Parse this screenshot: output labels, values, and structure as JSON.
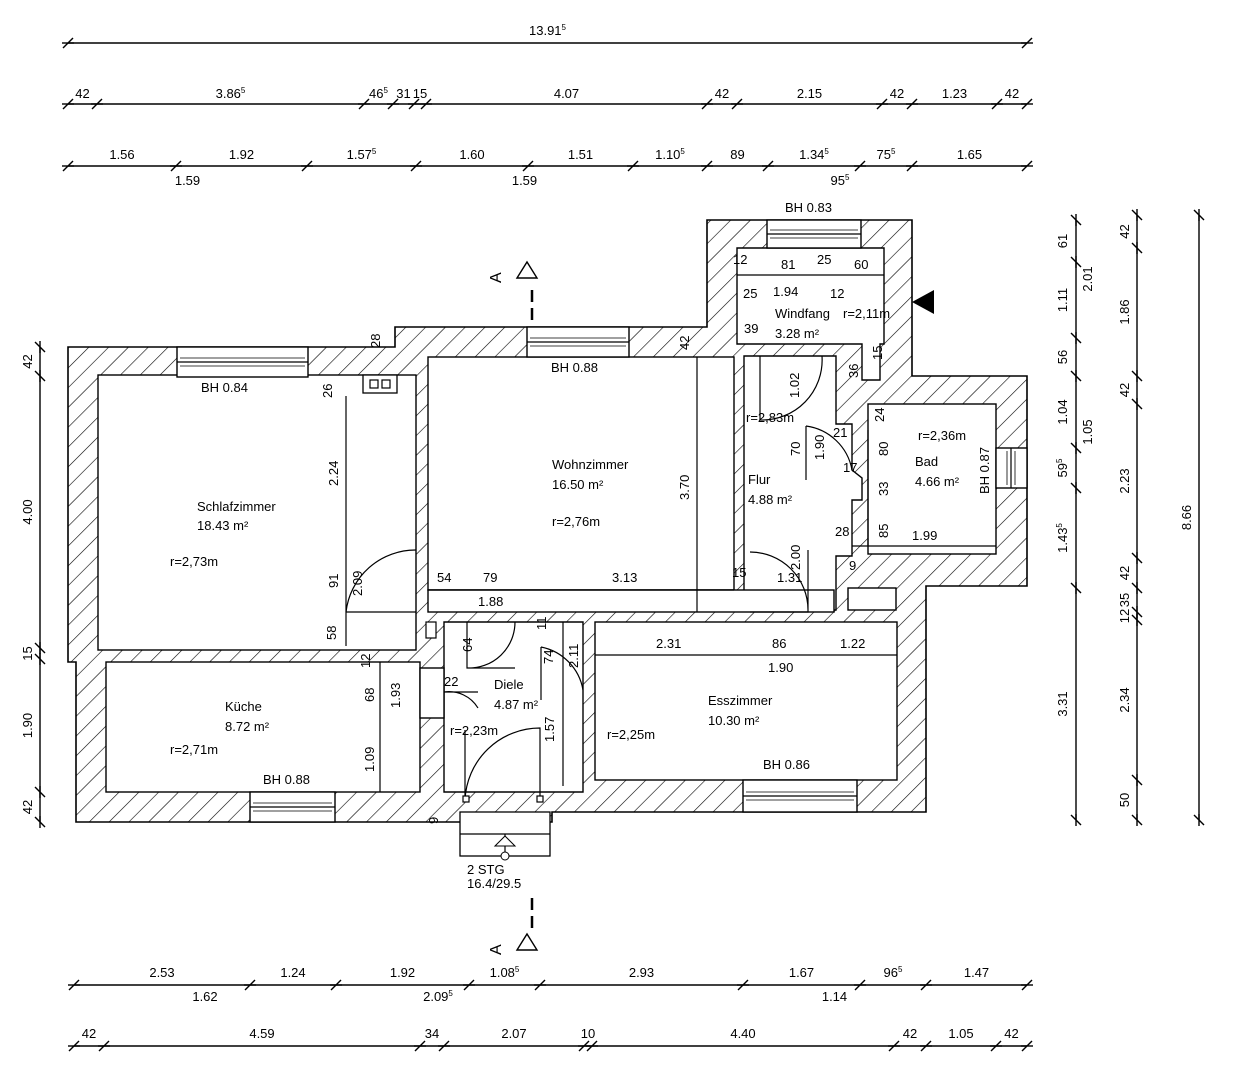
{
  "dims": {
    "top_total": "13.91",
    "top_total_sup": "5",
    "top_row2": [
      {
        "t": "42"
      },
      {
        "t": "3.86",
        "s": "5"
      },
      {
        "t": "46",
        "s": "5"
      },
      {
        "t": "31"
      },
      {
        "t": "15"
      },
      {
        "t": "4.07"
      },
      {
        "t": "42"
      },
      {
        "t": "2.15"
      },
      {
        "t": "42"
      },
      {
        "t": "1.23"
      },
      {
        "t": "42"
      }
    ],
    "top_row3_upper": [
      {
        "t": "1.56"
      },
      {
        "t": "1.92"
      },
      {
        "t": "1.57",
        "s": "5"
      },
      {
        "t": "1.60"
      },
      {
        "t": "1.51"
      },
      {
        "t": "1.10",
        "s": "5"
      },
      {
        "t": "89"
      },
      {
        "t": "1.34",
        "s": "5"
      },
      {
        "t": "75",
        "s": "5"
      },
      {
        "t": "1.65"
      }
    ],
    "top_row3_lower": [
      {
        "t": "1.59"
      },
      {
        "t": "1.59"
      },
      {
        "t": "95",
        "s": "5"
      }
    ],
    "bottom_row1_upper": [
      {
        "t": "2.53"
      },
      {
        "t": "1.24"
      },
      {
        "t": "1.92"
      },
      {
        "t": "1.08",
        "s": "5"
      },
      {
        "t": "2.93"
      },
      {
        "t": "1.67"
      },
      {
        "t": "96",
        "s": "5"
      },
      {
        "t": "1.47"
      }
    ],
    "bottom_row1_lower": [
      {
        "t": "1.62"
      },
      {
        "t": "2.09",
        "s": "5"
      },
      {
        "t": "1.14"
      }
    ],
    "bottom_row2": [
      {
        "t": "42"
      },
      {
        "t": "4.59"
      },
      {
        "t": "34"
      },
      {
        "t": "2.07"
      },
      {
        "t": "10"
      },
      {
        "t": "4.40"
      },
      {
        "t": "42"
      },
      {
        "t": "1.05"
      },
      {
        "t": "42"
      }
    ],
    "left": [
      {
        "t": "42"
      },
      {
        "t": "4.00"
      },
      {
        "t": "15"
      },
      {
        "t": "1.90"
      },
      {
        "t": "42"
      }
    ],
    "right1_left": [
      {
        "t": "61"
      },
      {
        "t": "1.11"
      },
      {
        "t": "56"
      },
      {
        "t": "1.04"
      },
      {
        "t": "59",
        "s": "5"
      },
      {
        "t": "1.43",
        "s": "5"
      },
      {
        "t": "3.31"
      }
    ],
    "right1_right": [
      {
        "t": "2.01"
      },
      {
        "t": "1.05"
      }
    ],
    "right2": [
      {
        "t": "42"
      },
      {
        "t": "1.86"
      },
      {
        "t": "42"
      },
      {
        "t": "2.23"
      },
      {
        "t": "42"
      },
      {
        "t": "35"
      },
      {
        "t": "12"
      },
      {
        "t": "2.34"
      },
      {
        "t": "50"
      }
    ],
    "right3": "8.66"
  },
  "rooms": {
    "schlafzimmer": {
      "name": "Schlafzimmer",
      "area": "18.43 m²",
      "radius": "r=2,73m"
    },
    "wohnzimmer": {
      "name": "Wohnzimmer",
      "area": "16.50 m²",
      "radius": "r=2,76m"
    },
    "kueche": {
      "name": "Küche",
      "area": "8.72 m²",
      "radius": "r=2,71m"
    },
    "diele": {
      "name": "Diele",
      "area": "4.87 m²",
      "radius": "r=2,23m"
    },
    "esszimmer": {
      "name": "Esszimmer",
      "area": "10.30 m²",
      "radius": "r=2,25m"
    },
    "flur": {
      "name": "Flur",
      "area": "4.88 m²",
      "radius": "r=2,83m"
    },
    "bad": {
      "name": "Bad",
      "area": "4.66 m²",
      "radius": "r=2,36m"
    },
    "windfang": {
      "name": "Windfang",
      "area": "3.28 m²",
      "radius": "r=2,11m"
    }
  },
  "windows": {
    "schlaf": "BH 0.84",
    "wohn": "BH 0.88",
    "windfang": "BH 0.83",
    "bad": "BH 0.87",
    "kueche": "BH 0.88",
    "ess": "BH 0.86"
  },
  "stairs": {
    "line1": "2 STG",
    "line2": "16.4/29.5"
  },
  "section": {
    "label": "A"
  },
  "inner": {
    "schlaf_224": "2.24",
    "schlaf_209": "2.09",
    "schlaf_91": "91",
    "schlaf_26": "26",
    "schlaf_58": "58",
    "top_28": "28",
    "wohn_370": "3.70",
    "wohn_42": "42",
    "wohn_54": "54",
    "wohn_79": "79",
    "wohn_313": "3.13",
    "wohn_188": "1.88",
    "kueche_12": "12",
    "kueche_68": "68",
    "kueche_193": "1.93",
    "kueche_109": "1.09",
    "diele_64": "64",
    "diele_11": "11",
    "diele_74": "74",
    "diele_211": "2.11",
    "diele_22": "22",
    "diele_157": "1.57",
    "diele_9": "9",
    "ess_231": "2.31",
    "ess_86": "86",
    "ess_122": "1.22",
    "ess_190": "1.90",
    "flur_15": "15",
    "flur_131": "1.31",
    "flur_102": "1.02",
    "flur_70": "70",
    "flur_190": "1.90",
    "flur_21": "21",
    "flur_17": "17",
    "flur_200": "2.00",
    "flur_39": "39",
    "flur_28": "28",
    "flur_9": "9",
    "wind_12a": "12",
    "wind_81": "81",
    "wind_25a": "25",
    "wind_60": "60",
    "wind_25b": "25",
    "wind_194": "1.94",
    "wind_12b": "12",
    "wind_36": "36",
    "wind_15": "15",
    "bad_24": "24",
    "bad_80": "80",
    "bad_33": "33",
    "bad_85": "85",
    "bad_199": "1.99"
  }
}
